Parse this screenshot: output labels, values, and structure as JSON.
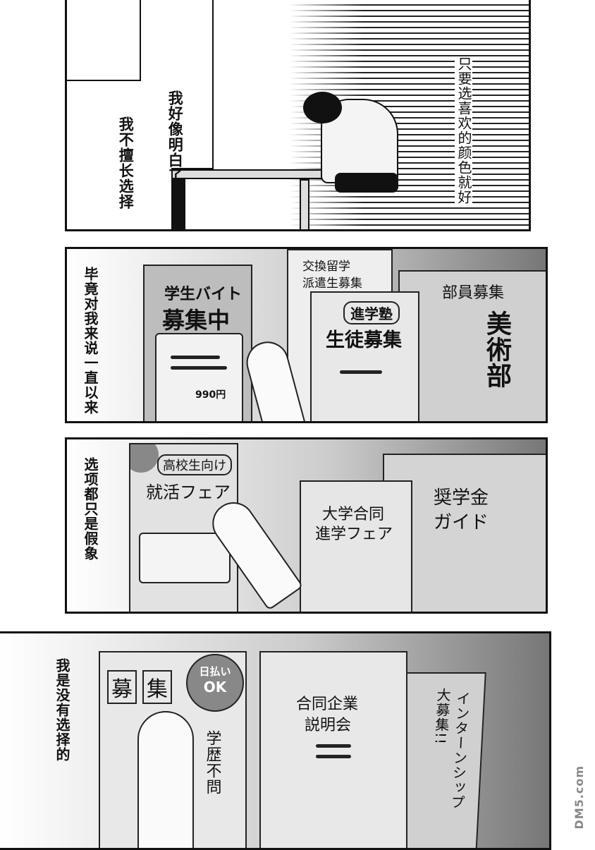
{
  "panel1": {
    "caption_right": [
      "只要选",
      "喜欢的颜色就好"
    ],
    "caption_mid": [
      "我好像",
      "明白了"
    ],
    "caption_left": "我不擅长选择"
  },
  "panel2": {
    "caption": [
      "毕竟对我来说",
      "一直以来"
    ],
    "posters": {
      "job": [
        "学生バイト",
        "募集中"
      ],
      "wage": "990円",
      "exchange": [
        "交換留学",
        "派遣生募集"
      ],
      "cram": [
        "進学塾",
        "生徒募集"
      ],
      "club": [
        "部員募集",
        "美術部"
      ]
    }
  },
  "panel3": {
    "caption": [
      "选项",
      "都只是假象"
    ],
    "posters": {
      "fair": [
        "高校生向け",
        "就活フェア"
      ],
      "univ": [
        "大学合同",
        "進学フェア"
      ],
      "scholar": [
        "奨学金",
        "ガイド"
      ]
    }
  },
  "panel4": {
    "caption": [
      "我是",
      "没有选择的"
    ],
    "posters": {
      "recruit": [
        "募",
        "集"
      ],
      "badge": [
        "日払い",
        "OK"
      ],
      "edu": "学歴不問",
      "company": [
        "合同企業",
        "説明会"
      ],
      "intern": [
        "インターンシップ",
        "大募集!!"
      ]
    }
  },
  "watermark": "DM5.com"
}
